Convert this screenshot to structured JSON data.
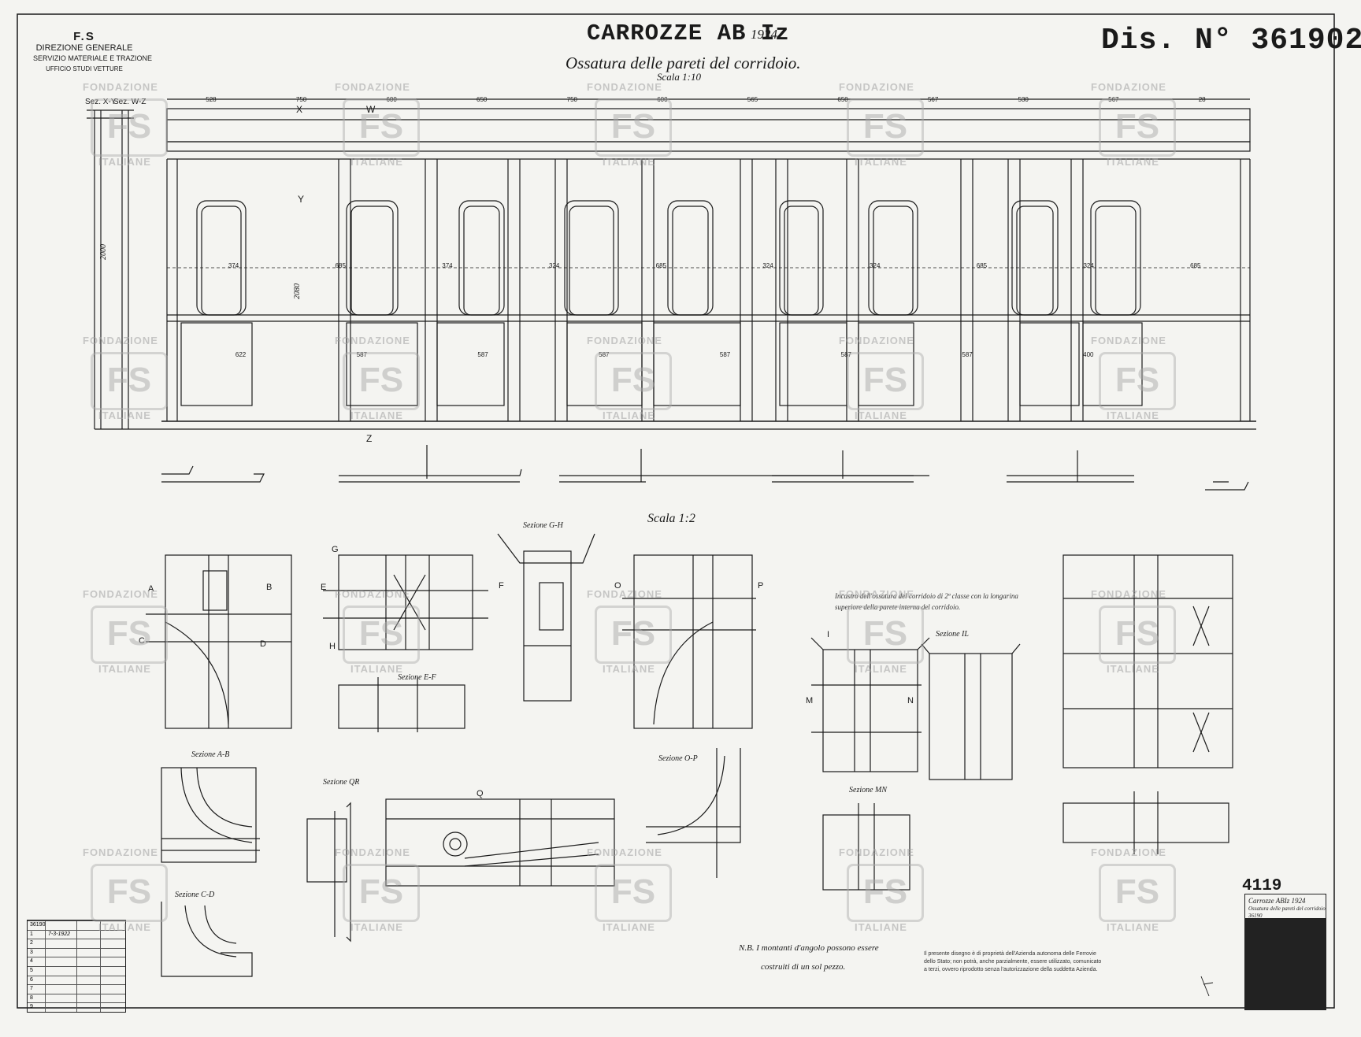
{
  "header": {
    "org_line1": "F.S",
    "org_line2": "DIREZIONE GENERALE",
    "org_line3": "SERVIZIO MATERIALE E TRAZIONE",
    "org_line4": "UFFICIO STUDI VETTURE",
    "title": "CARROZZE AB Iz",
    "year": "1924",
    "drawing_number": "Dis. N° 361902",
    "subtitle": "Ossatura delle pareti del corridoio.",
    "scale_top": "Scala 1:10",
    "scale_details": "Scala 1:2"
  },
  "section_labels": {
    "sez_xy": "Sez. X-Y",
    "sez_wz": "Sez. W-Z",
    "x": "X",
    "w": "W",
    "y": "Y",
    "z": "Z",
    "gh": "Sezione G-H",
    "ef": "Sezione E-F",
    "ab": "Sezione A-B",
    "cd": "Sezione C-D",
    "qr": "Sezione QR",
    "op": "Sezione O-P",
    "il": "Sezione IL",
    "mn": "Sezione MN",
    "A": "A",
    "B": "B",
    "C": "C",
    "D": "D",
    "E": "E",
    "F": "F",
    "G": "G",
    "H": "H",
    "O": "O",
    "P": "P",
    "Q": "Q",
    "M": "M",
    "N": "N",
    "I": "I"
  },
  "dimensions": {
    "top_row": [
      "528",
      "750",
      "600",
      "650",
      "750",
      "600",
      "565",
      "650",
      "567",
      "530",
      "567",
      "28"
    ],
    "mid_row": [
      "374",
      "685",
      "374",
      "324",
      "685",
      "324",
      "324",
      "685",
      "324",
      "685"
    ],
    "low_row": [
      "622",
      "587",
      "587",
      "587",
      "587",
      "587",
      "587",
      "400"
    ],
    "height_left": "2000",
    "height_mid": "2080"
  },
  "annotation": "Incastro dell'ossatura del corridoio di 2ª classe con la longarina superiore della parete interna del corridoio.",
  "note": {
    "line1": "N.B. I montanti d'angolo possono essere",
    "line2": "costruiti di un sol pezzo."
  },
  "legal": {
    "l1": "Il presente disegno è di proprietà dell'Azienda autonoma delle Ferrovie",
    "l2": "dello Stato; non potrà, anche parzialmente, essere utilizzato, comunicato",
    "l3": "a terzi, ovvero riprodotto senza l'autorizzazione della suddetta Azienda."
  },
  "archive_number": "4119",
  "title_block": {
    "line1": "Carrozze ABIz 1924",
    "line2": "Ossatura delle pareti del corridoio",
    "line3": "36190"
  },
  "revisions": [
    {
      "n": "36190",
      "v": ""
    },
    {
      "n": "1",
      "v": "7-3-1922"
    },
    {
      "n": "2",
      "v": ""
    },
    {
      "n": "3",
      "v": ""
    },
    {
      "n": "4",
      "v": ""
    },
    {
      "n": "5",
      "v": ""
    },
    {
      "n": "6",
      "v": ""
    },
    {
      "n": "7",
      "v": ""
    },
    {
      "n": "8",
      "v": ""
    },
    {
      "n": "9",
      "v": ""
    }
  ],
  "watermark": {
    "top": "FONDAZIONE",
    "bottom": "ITALIANE",
    "logo": "FS"
  }
}
